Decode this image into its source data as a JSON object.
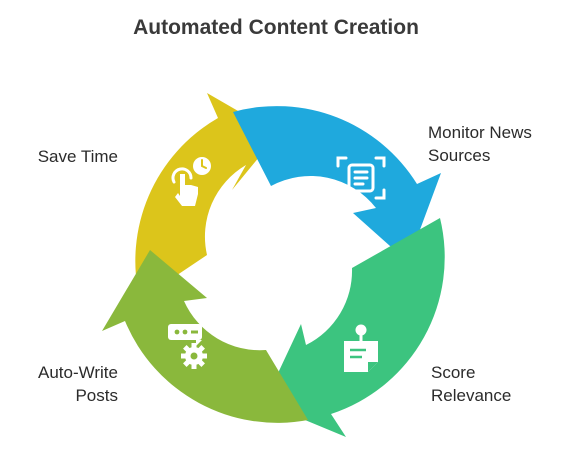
{
  "title": "Automated Content Creation",
  "steps": [
    {
      "label_lines": [
        "Monitor News",
        "Sources"
      ],
      "color": "#1fa9dd",
      "icon": "scan-document-icon"
    },
    {
      "label_lines": [
        "Score",
        "Relevance"
      ],
      "color": "#3cc47f",
      "icon": "clipboard-pin-icon"
    },
    {
      "label_lines": [
        "Auto-Write",
        "Posts"
      ],
      "color": "#8ab83c",
      "icon": "chat-settings-icon"
    },
    {
      "label_lines": [
        "Save Time"
      ],
      "color": "#dcc51b",
      "icon": "touch-clock-icon"
    }
  ]
}
